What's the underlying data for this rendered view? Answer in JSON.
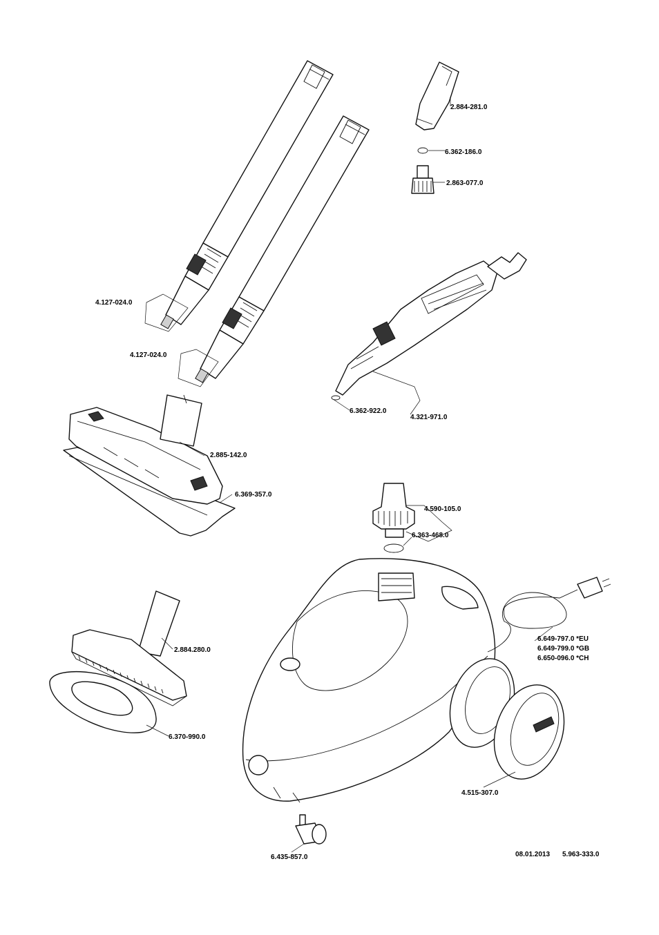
{
  "parts": {
    "nozzle_small": "2.884-281.0",
    "o_ring_small": "6.362-186.0",
    "round_brush": "2.863-077.0",
    "tube_upper": "4.127-024.0",
    "tube_lower": "4.127-024.0",
    "hand_gun": "4.321-971.0",
    "o_ring_gun": "6.362-922.0",
    "floor_nozzle": "2.885-142.0",
    "floor_cloth": "6.369-357.0",
    "safety_cap": "4.590-105.0",
    "cap_seal": "6.363-468.0",
    "hand_nozzle": "2.884.280.0",
    "terry_cover": "6.370-990.0",
    "power_cord_eu": "6.649-797.0 *EU",
    "power_cord_gb": "6.649-799.0 *GB",
    "power_cord_ch": "6.650-096.0 *CH",
    "wheel": "4.515-307.0",
    "castor": "6.435-857.0"
  },
  "footer": {
    "date": "08.01.2013",
    "doc_number": "5.963-333.0"
  }
}
